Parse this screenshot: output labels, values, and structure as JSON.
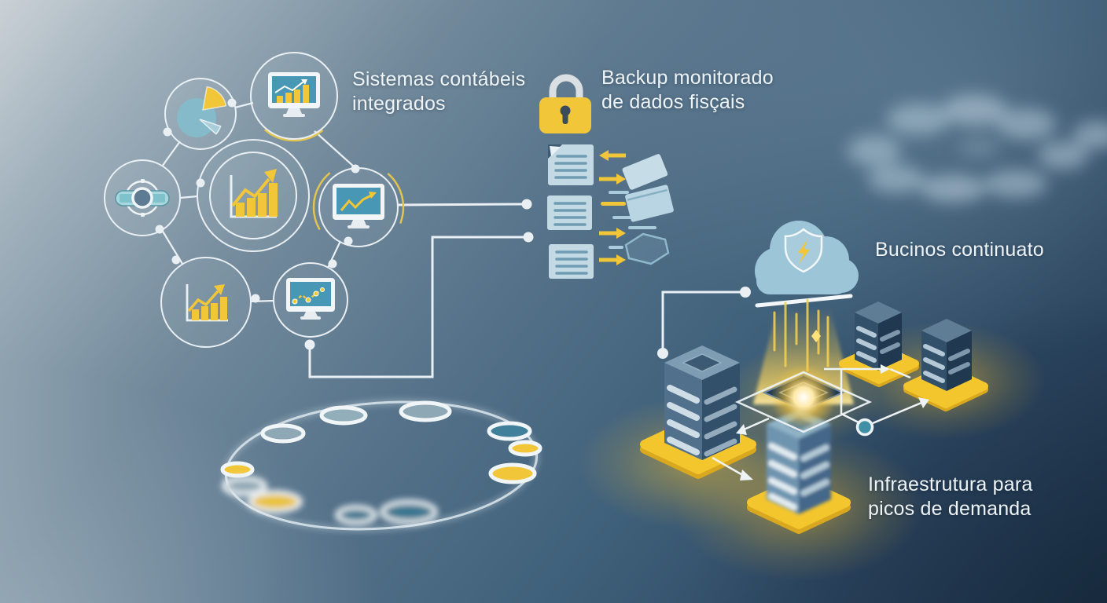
{
  "labels": {
    "integrated_systems": {
      "line1": "Sistemas contábeis",
      "line2": "integrados"
    },
    "monitored_backup": {
      "line1": "Backup monitorado",
      "line2": "de dados fisçais"
    },
    "business_continuity": {
      "line1": "Bucinos continuato"
    },
    "demand_infrastructure": {
      "line1": "Infraestrutura para",
      "line2": "picos de demanda"
    }
  },
  "icons": {
    "left_cluster": [
      "pie-chart-icon",
      "bar-chart-monitor-icon",
      "hub-gear-icon",
      "bar-chart-growth-icon",
      "line-chart-monitor-icon",
      "bar-chart-arrow-icon",
      "scatter-chart-monitor-icon"
    ],
    "backup_group": [
      "padlock-icon",
      "document-icon",
      "folder-icon",
      "transfer-arrow-icon"
    ],
    "continuity_group": [
      "cloud-shield-icon"
    ],
    "infrastructure_group": [
      "server-tower-icon",
      "platform-icon",
      "glow-beam-icon",
      "process-ring-icon"
    ]
  },
  "colors": {
    "accent_yellow": "#f1c638",
    "teal_screen": "#4797b5",
    "doc_blue": "#c3dae5",
    "cloud_blue": "#9cc5d7",
    "line_white": "#e9eff3",
    "text": "#eef3f6",
    "platform_yellow": "#f4c62e",
    "server_light": "#6e94b0",
    "server_dark": "#2c455e"
  }
}
